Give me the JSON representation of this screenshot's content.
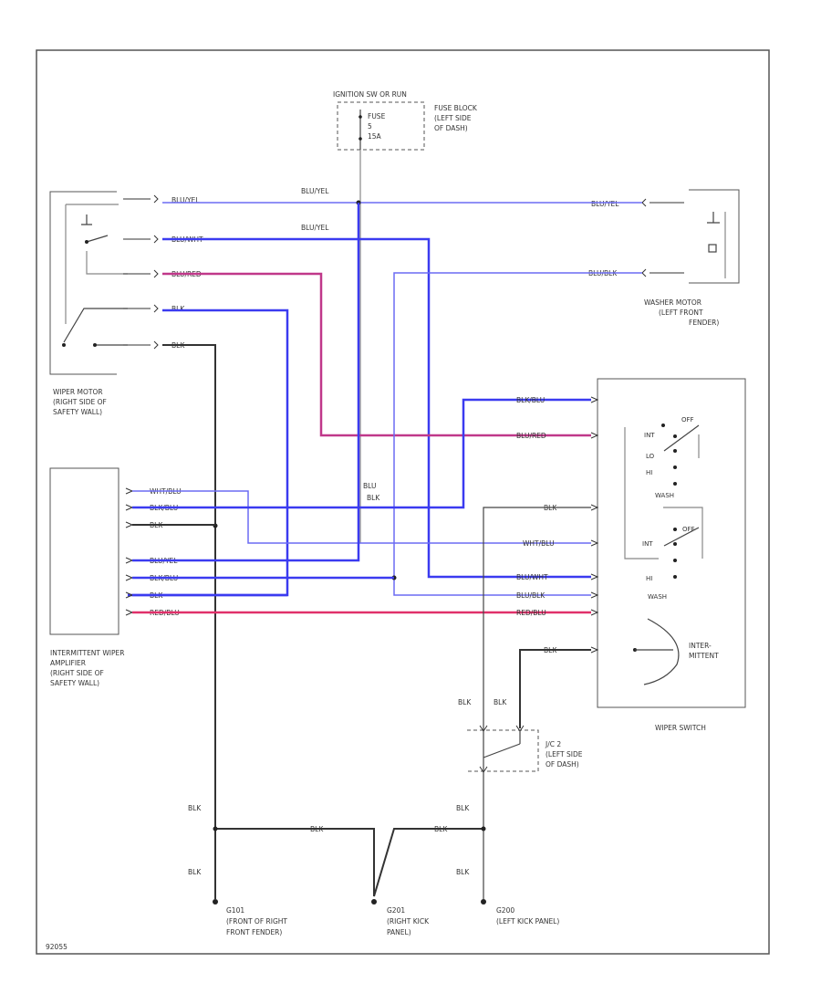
{
  "diagram": {
    "fuse_source": "IGNITION SW OR RUN",
    "fuse_block": {
      "fuse": [
        "FUSE",
        "5",
        "15A"
      ],
      "label": [
        "FUSE BLOCK",
        "(LEFT SIDE",
        "OF DASH)"
      ]
    },
    "wiper_motor": {
      "label": [
        "WIPER MOTOR",
        "(RIGHT SIDE OF",
        "SAFETY WALL)"
      ]
    },
    "washer_motor": {
      "label": [
        "WASHER MOTOR",
        "(LEFT FRONT",
        "FENDER)"
      ]
    },
    "amplifier": {
      "label": [
        "INTERMITTENT WIPER",
        "AMPLIFIER",
        "(RIGHT SIDE OF",
        "SAFETY WALL)"
      ]
    },
    "wiper_switch": {
      "label": "WIPER SWITCH",
      "positions_top": [
        "OFF",
        "INT",
        "LO",
        "HI",
        "WASH"
      ],
      "positions_bottom": [
        "OFF",
        "INT",
        "HI",
        "WASH"
      ],
      "intermittent": [
        "INTER-",
        "MITTENT"
      ]
    },
    "jc": {
      "label": [
        "J/C 2",
        "(LEFT SIDE",
        "OF DASH)"
      ]
    },
    "grounds": [
      {
        "id": "G101",
        "location": [
          "(FRONT OF RIGHT",
          "FRONT FENDER)"
        ]
      },
      {
        "id": "G201",
        "location": [
          "(RIGHT KICK",
          "PANEL)"
        ]
      },
      {
        "id": "G200",
        "location": [
          "(LEFT KICK PANEL)"
        ]
      }
    ],
    "wire_labels": {
      "motor_w1": "BLU/YEL",
      "motor_w2": "BLU/WHT",
      "motor_w3": "BLU/RED",
      "motor_w4": "BLK",
      "motor_w5": "BLK",
      "bus_top": "BLU/YEL",
      "bus_second": "BLU/YEL",
      "washer_w1": "BLU/YEL",
      "washer_w2": "BLU/BLK",
      "amp_w1": "WHT/BLU",
      "amp_w2": "BLK/BLU",
      "amp_w3": "BLK",
      "amp_w4": "BLU/YEL",
      "amp_w5": "BLK/BLU",
      "amp_w6": "BLK",
      "amp_w7": "RED/BLU",
      "sw_w1": "BLK/BLU",
      "sw_w2": "BLU/RED",
      "sw_w3": "BLK",
      "sw_w4": "WHT/BLU",
      "sw_w5": "BLU/WHT",
      "sw_w6": "BLU/BLK",
      "sw_w7": "RED/BLU",
      "sw_w8": "BLK",
      "blu_blk_a": "BLU",
      "blu_blk_b": "BLK",
      "gnd_blk1": "BLK",
      "gnd_blk2": "BLK",
      "gnd_blk3": "BLK",
      "gnd_blk4": "BLK",
      "gnd_blk5": "BLK",
      "gnd_blk6": "BLK",
      "gnd_blk7": "BLK",
      "gnd_blk8": "BLK"
    },
    "figure_code": "92055"
  }
}
